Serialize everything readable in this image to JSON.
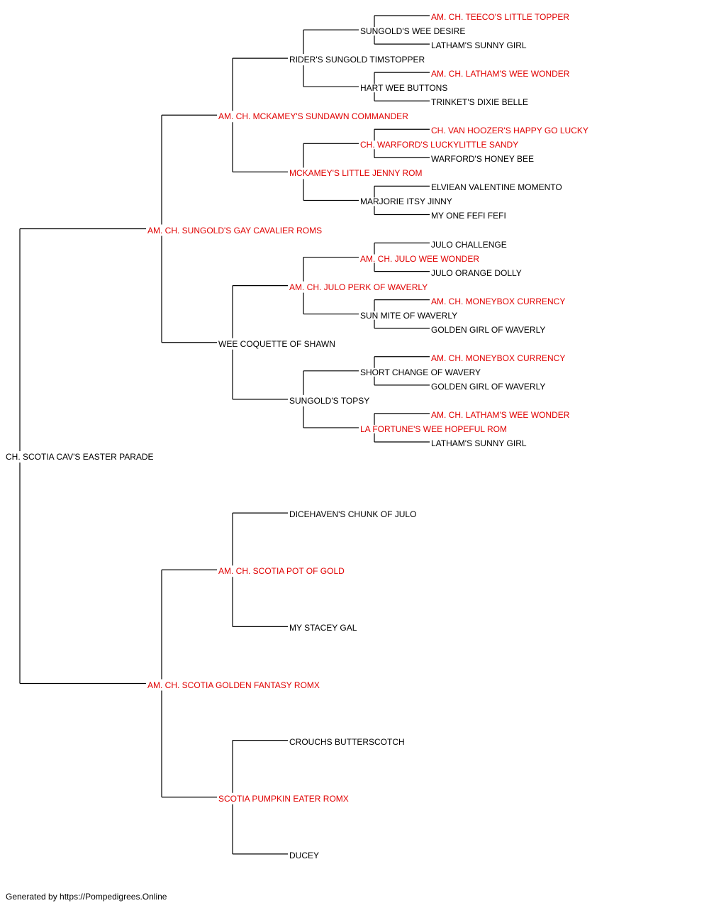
{
  "subject": {
    "name": "CH. SCOTIA CAV'S EASTER PARADE",
    "champion": false
  },
  "sire": {
    "name": "AM. CH. SUNGOLD'S GAY CAVALIER ROMS",
    "champion": true,
    "sire": {
      "name": "AM. CH. MCKAMEY'S SUNDAWN COMMANDER",
      "champion": true,
      "sire": {
        "name": "RIDER'S SUNGOLD TIMSTOPPER",
        "champion": false,
        "sire": {
          "name": "SUNGOLD'S WEE DESIRE",
          "champion": false,
          "sire": {
            "name": "AM. CH. TEECO'S LITTLE TOPPER",
            "champion": true
          },
          "dam": {
            "name": "LATHAM'S SUNNY GIRL",
            "champion": false
          }
        },
        "dam": {
          "name": "HART WEE BUTTONS",
          "champion": false,
          "sire": {
            "name": "AM. CH. LATHAM'S WEE WONDER",
            "champion": true
          },
          "dam": {
            "name": "TRINKET'S DIXIE BELLE",
            "champion": false
          }
        }
      },
      "dam": {
        "name": "MCKAMEY'S LITTLE JENNY ROM",
        "champion": true,
        "sire": {
          "name": "CH. WARFORD'S LUCKYLITTLE SANDY",
          "champion": true,
          "sire": {
            "name": "CH. VAN HOOZER'S HAPPY GO LUCKY",
            "champion": true
          },
          "dam": {
            "name": "WARFORD'S HONEY BEE",
            "champion": false
          }
        },
        "dam": {
          "name": "MARJORIE ITSY JINNY",
          "champion": false,
          "sire": {
            "name": "ELVIEAN VALENTINE MOMENTO",
            "champion": false
          },
          "dam": {
            "name": "MY ONE FEFI FEFI",
            "champion": false
          }
        }
      }
    },
    "dam": {
      "name": "WEE COQUETTE OF SHAWN",
      "champion": false,
      "sire": {
        "name": "AM. CH. JULO PERK OF WAVERLY",
        "champion": true,
        "sire": {
          "name": "AM. CH. JULO WEE WONDER",
          "champion": true,
          "sire": {
            "name": "JULO CHALLENGE",
            "champion": false
          },
          "dam": {
            "name": "JULO ORANGE DOLLY",
            "champion": false
          }
        },
        "dam": {
          "name": "SUN MITE OF WAVERLY",
          "champion": false,
          "sire": {
            "name": "AM. CH. MONEYBOX CURRENCY",
            "champion": true
          },
          "dam": {
            "name": "GOLDEN GIRL OF WAVERLY",
            "champion": false
          }
        }
      },
      "dam": {
        "name": "SUNGOLD'S TOPSY",
        "champion": false,
        "sire": {
          "name": "SHORT CHANGE OF WAVERY",
          "champion": false,
          "sire": {
            "name": "AM. CH. MONEYBOX CURRENCY",
            "champion": true
          },
          "dam": {
            "name": "GOLDEN GIRL OF WAVERLY",
            "champion": false
          }
        },
        "dam": {
          "name": "LA FORTUNE'S WEE HOPEFUL ROM",
          "champion": true,
          "sire": {
            "name": "AM. CH. LATHAM'S WEE WONDER",
            "champion": true
          },
          "dam": {
            "name": "LATHAM'S SUNNY GIRL",
            "champion": false
          }
        }
      }
    }
  },
  "dam": {
    "name": "AM. CH. SCOTIA GOLDEN FANTASY ROMX",
    "champion": true,
    "sire": {
      "name": "AM. CH. SCOTIA POT OF GOLD",
      "champion": true,
      "sire": {
        "name": "DICEHAVEN'S CHUNK OF JULO",
        "champion": false
      },
      "dam": {
        "name": "MY STACEY GAL",
        "champion": false
      }
    },
    "dam": {
      "name": "SCOTIA PUMPKIN EATER ROMX",
      "champion": true,
      "sire": {
        "name": "CROUCHS BUTTERSCOTCH",
        "champion": false
      },
      "dam": {
        "name": "DUCEY",
        "champion": false
      }
    }
  },
  "footer": "Generated by https://Pompedigrees.Online",
  "colors": {
    "champion": "#e00000",
    "normal": "#000000",
    "line": "#000000"
  }
}
